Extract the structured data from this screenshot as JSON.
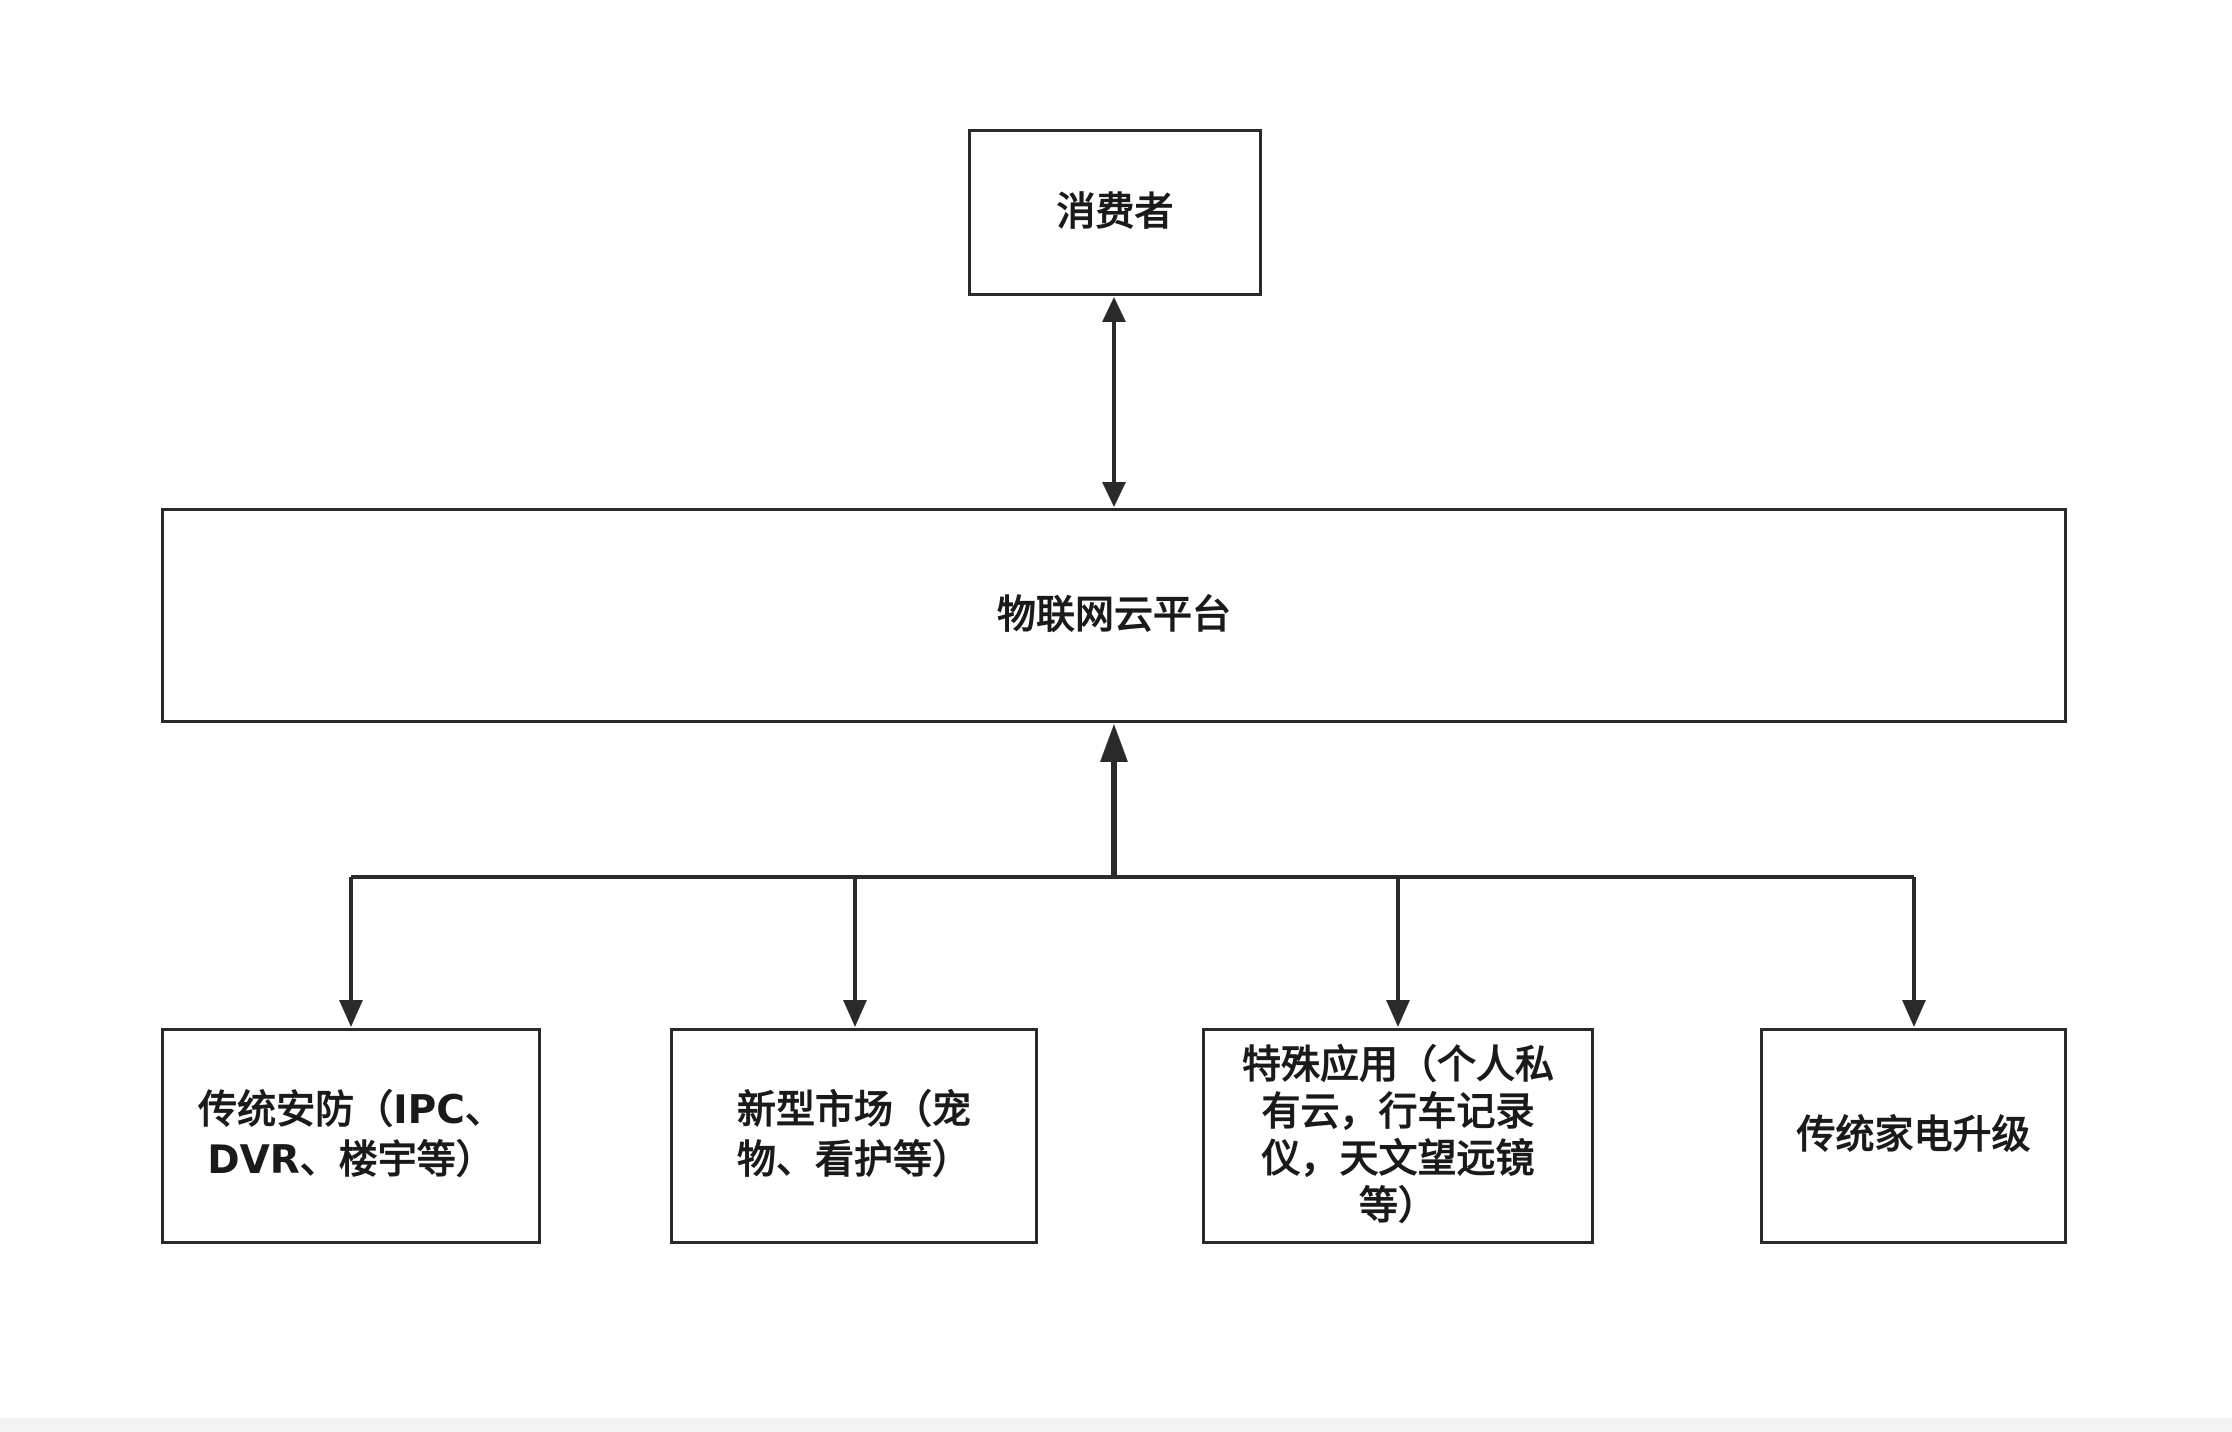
{
  "diagram": {
    "nodes": {
      "consumer": "消费者",
      "platform": "物联网云平台",
      "security": "传统安防（IPC、\nDVR、楼宇等）",
      "new_market": "新型市场（宠\n物、看护等）",
      "special_app": "特殊应用（个人私\n有云，行车记录\n仪，天文望远镜\n等）",
      "appliance": "传统家电升级"
    },
    "edges": [
      {
        "from": "consumer",
        "to": "platform",
        "style": "bidirectional"
      },
      {
        "from": "platform",
        "to": "security",
        "style": "bidirectional"
      },
      {
        "from": "platform",
        "to": "new_market",
        "style": "bidirectional"
      },
      {
        "from": "platform",
        "to": "special_app",
        "style": "bidirectional"
      },
      {
        "from": "platform",
        "to": "appliance",
        "style": "bidirectional"
      }
    ],
    "colors": {
      "line": "#2a2a2a",
      "box_border": "#2a2a2a",
      "text": "#1a1a1a",
      "background": "#ffffff"
    }
  }
}
